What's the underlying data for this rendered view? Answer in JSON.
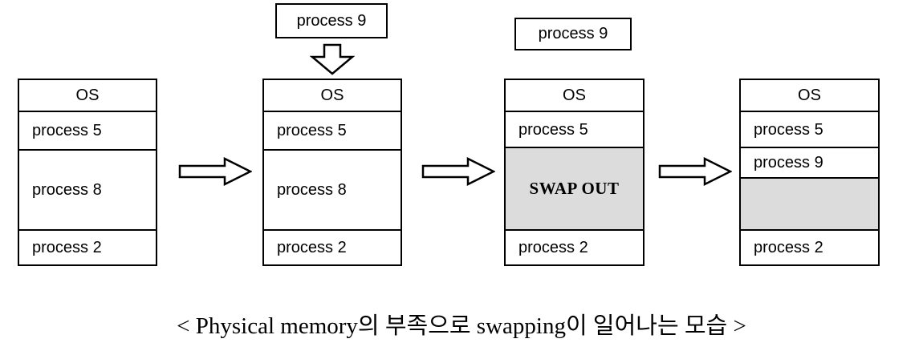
{
  "caption": "< Physical memory의 부족으로 swapping이 일어나는 모습 >",
  "colors": {
    "shaded_region": "#dcdcdc",
    "outline": "#000000",
    "background": "#ffffff"
  },
  "floating_labels": [
    {
      "id": "incoming-process-stage2",
      "text": "process 9"
    },
    {
      "id": "incoming-process-stage3",
      "text": "process 9"
    }
  ],
  "arrows": {
    "down_label": "down-arrow",
    "right_label": "right-arrow"
  },
  "stages": [
    {
      "id": "stage-1",
      "rows": [
        {
          "label": "OS",
          "kind": "os",
          "shaded": false
        },
        {
          "label": "process 5",
          "kind": "proc",
          "shaded": false
        },
        {
          "label": "process 8",
          "kind": "proc",
          "shaded": false
        },
        {
          "label": "process 2",
          "kind": "proc",
          "shaded": false
        }
      ]
    },
    {
      "id": "stage-2",
      "rows": [
        {
          "label": "OS",
          "kind": "os",
          "shaded": false
        },
        {
          "label": "process 5",
          "kind": "proc",
          "shaded": false
        },
        {
          "label": "process 8",
          "kind": "proc",
          "shaded": false
        },
        {
          "label": "process 2",
          "kind": "proc",
          "shaded": false
        }
      ]
    },
    {
      "id": "stage-3",
      "rows": [
        {
          "label": "OS",
          "kind": "os",
          "shaded": false
        },
        {
          "label": "process 5",
          "kind": "proc",
          "shaded": false
        },
        {
          "label": "SWAP OUT",
          "kind": "swap",
          "shaded": true
        },
        {
          "label": "process 2",
          "kind": "proc",
          "shaded": false
        }
      ]
    },
    {
      "id": "stage-4",
      "rows": [
        {
          "label": "OS",
          "kind": "os",
          "shaded": false
        },
        {
          "label": "process 5",
          "kind": "proc",
          "shaded": false
        },
        {
          "label": "process 9",
          "kind": "proc",
          "shaded": false
        },
        {
          "label": "",
          "kind": "empty",
          "shaded": true
        },
        {
          "label": "process 2",
          "kind": "proc",
          "shaded": false
        }
      ]
    }
  ]
}
